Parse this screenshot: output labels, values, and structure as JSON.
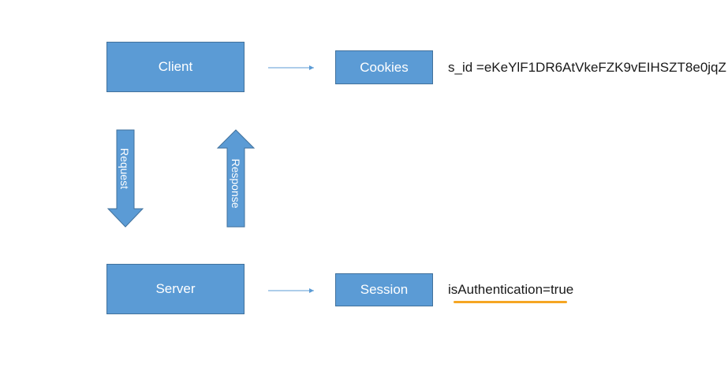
{
  "boxes": {
    "client": "Client",
    "server": "Server",
    "cookies": "Cookies",
    "session": "Session"
  },
  "arrows": {
    "request": "Request",
    "response": "Response"
  },
  "values": {
    "cookie": "s_id =eKeYlF1DR6AtVkeFZK9vEIHSZT8e0jqZ",
    "session": "isAuthentication=true"
  },
  "colors": {
    "box_fill": "#5b9bd5",
    "box_border": "#41719c",
    "connector": "#5b9bd5",
    "highlight_underline": "#f5a623"
  }
}
